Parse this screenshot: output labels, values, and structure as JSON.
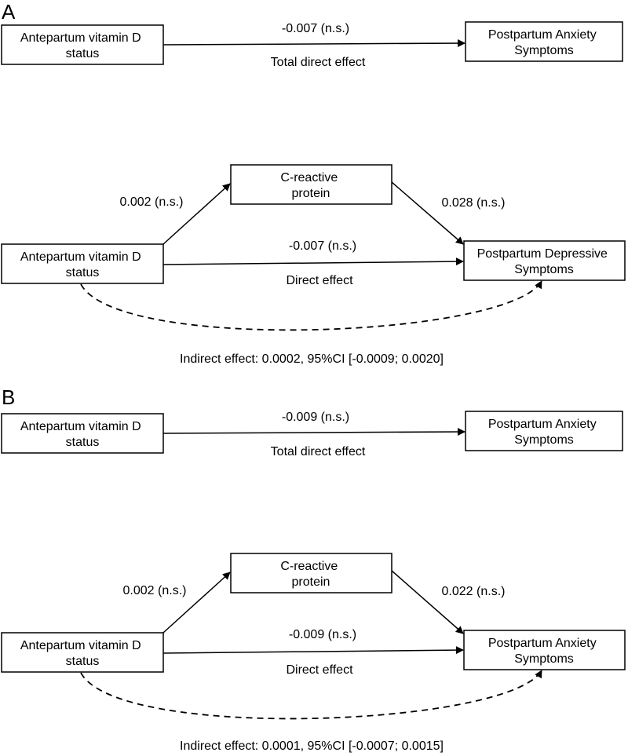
{
  "panels": [
    {
      "letter": "A",
      "total": {
        "predictor": [
          "Antepartum vitamin D",
          "status"
        ],
        "outcome": [
          "Postpartum Anxiety",
          "Symptoms"
        ],
        "coef": "-0.007 (n.s.)",
        "effect_label": "Total direct effect"
      },
      "mediation": {
        "mediator": [
          "C-reactive",
          "protein"
        ],
        "predictor": [
          "Antepartum vitamin D",
          "status"
        ],
        "outcome": [
          "Postpartum Depressive",
          "Symptoms"
        ],
        "a_coef": "0.002 (n.s.)",
        "b_coef": "0.028 (n.s.)",
        "direct_coef": "-0.007 (n.s.)",
        "direct_label": "Direct effect",
        "indirect": "Indirect effect: 0.0002, 95%CI [-0.0009; 0.0020]"
      }
    },
    {
      "letter": "B",
      "total": {
        "predictor": [
          "Antepartum vitamin D",
          "status"
        ],
        "outcome": [
          "Postpartum Anxiety",
          "Symptoms"
        ],
        "coef": "-0.009 (n.s.)",
        "effect_label": "Total direct effect"
      },
      "mediation": {
        "mediator": [
          "C-reactive",
          "protein"
        ],
        "predictor": [
          "Antepartum vitamin D",
          "status"
        ],
        "outcome": [
          "Postpartum Anxiety",
          "Symptoms"
        ],
        "a_coef": "0.002 (n.s.)",
        "b_coef": "0.022 (n.s.)",
        "direct_coef": "-0.009 (n.s.)",
        "direct_label": "Direct effect",
        "indirect": "Indirect effect: 0.0001, 95%CI [-0.0007; 0.0015]"
      }
    }
  ]
}
